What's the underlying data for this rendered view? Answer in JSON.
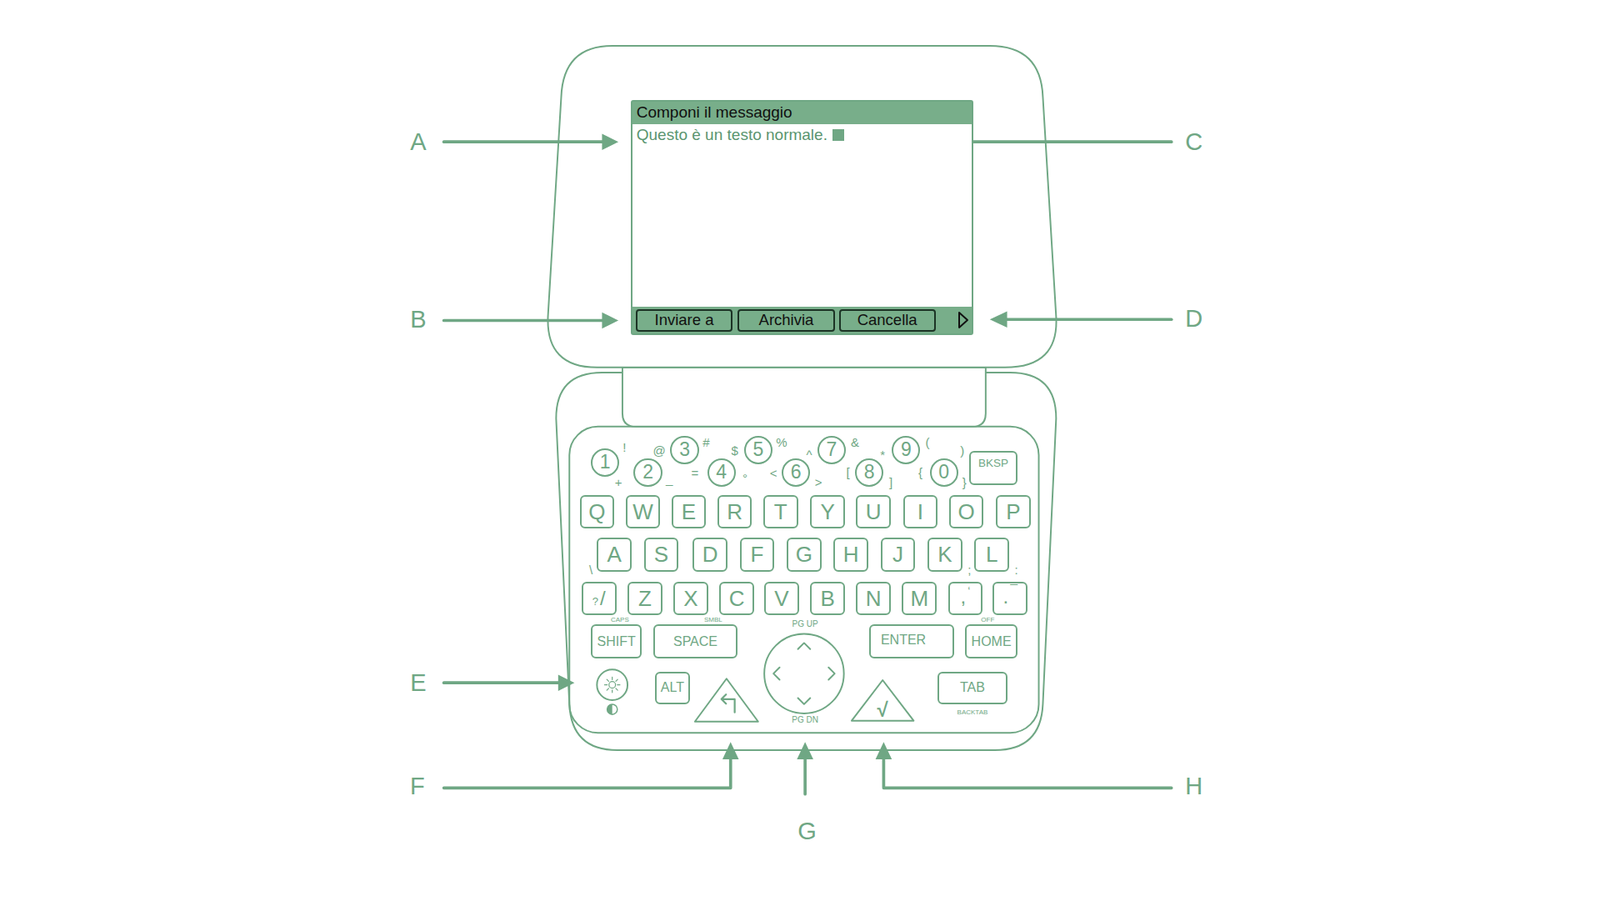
{
  "diagram": {
    "nodes": [
      {
        "text": [
          "Componi il messaggio",
          "Questo è un testo normale."
        ]
      },
      {
        "text": [
          "Inviare a"
        ],
        "in": 0
      },
      {
        "text": [
          "Archivia"
        ],
        "in": 0
      },
      {
        "text": [
          "Cancella"
        ],
        "in": 0
      },
      {
        "text": [
          "1"
        ]
      },
      {
        "text": [
          "2"
        ]
      },
      {
        "text": [
          "3"
        ]
      },
      {
        "text": [
          "4"
        ]
      },
      {
        "text": [
          "5"
        ]
      },
      {
        "text": [
          "6"
        ]
      },
      {
        "text": [
          "7"
        ]
      },
      {
        "text": [
          "8"
        ]
      },
      {
        "text": [
          "9"
        ]
      },
      {
        "text": [
          "0"
        ]
      },
      {
        "text": [
          "BKSP"
        ]
      },
      {
        "text": [
          "Q"
        ]
      },
      {
        "text": [
          "W"
        ]
      },
      {
        "text": [
          "E"
        ]
      },
      {
        "text": [
          "R"
        ]
      },
      {
        "text": [
          "T"
        ]
      },
      {
        "text": [
          "Y"
        ]
      },
      {
        "text": [
          "U"
        ]
      },
      {
        "text": [
          "I"
        ]
      },
      {
        "text": [
          "O"
        ]
      },
      {
        "text": [
          "P"
        ]
      },
      {
        "text": [
          "A"
        ]
      },
      {
        "text": [
          "S"
        ]
      },
      {
        "text": [
          "D"
        ]
      },
      {
        "text": [
          "F"
        ]
      },
      {
        "text": [
          "G"
        ]
      },
      {
        "text": [
          "H"
        ]
      },
      {
        "text": [
          "J"
        ]
      },
      {
        "text": [
          "K"
        ]
      },
      {
        "text": [
          "L"
        ]
      },
      {
        "text": [
          "?",
          "/"
        ]
      },
      {
        "text": [
          "Z"
        ]
      },
      {
        "text": [
          "X"
        ]
      },
      {
        "text": [
          "C"
        ]
      },
      {
        "text": [
          "V"
        ]
      },
      {
        "text": [
          "B"
        ]
      },
      {
        "text": [
          "N"
        ]
      },
      {
        "text": [
          "M"
        ]
      },
      {
        "text": [
          ",",
          "‘"
        ]
      },
      {
        "text": [
          ".",
          "¯"
        ]
      },
      {
        "text": [
          "SHIFT"
        ]
      },
      {
        "text": [
          "SPACE"
        ]
      },
      {
        "text": [
          "ENTER"
        ]
      },
      {
        "text": [
          "HOME"
        ]
      },
      {
        "text": [
          "ALT"
        ]
      },
      {
        "text": [
          "√"
        ]
      },
      {
        "text": [
          "TAB"
        ]
      }
    ],
    "labels": [
      "A",
      "B",
      "C",
      "D",
      "E",
      "F",
      "G",
      "H",
      "!",
      "+",
      "@",
      "_",
      "#",
      "=",
      "$",
      "°",
      "%",
      "<",
      "^",
      ">",
      "&",
      "[",
      "*",
      "]",
      "(",
      "{",
      ")",
      "}",
      "\\",
      ";",
      ":",
      "CAPS",
      "SMBL",
      "OFF",
      "PG UP",
      "PG DN",
      "BACKTAB"
    ]
  }
}
